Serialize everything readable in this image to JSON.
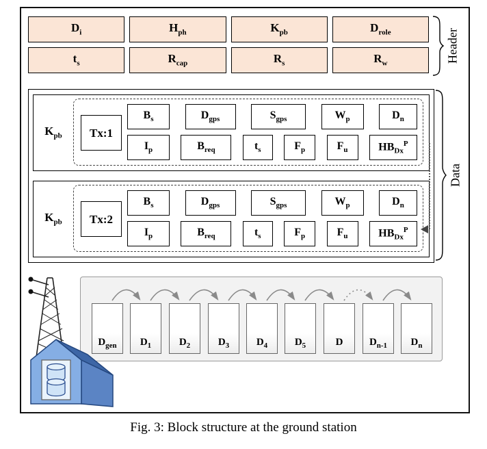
{
  "caption": "Fig. 3: Block structure at the ground station",
  "colors": {
    "header_fill": "#fbe5d6",
    "chain_bg": "#f2f2f2",
    "arrow": "#8a8a8a",
    "house_blue": "#85aee4"
  },
  "header": {
    "label": "Header",
    "row1": [
      {
        "base": "D",
        "sub": "i"
      },
      {
        "base": "H",
        "sub": "ph"
      },
      {
        "base": "K",
        "sub": "pb"
      },
      {
        "base": "D",
        "sub": "role"
      }
    ],
    "row2": [
      {
        "base": "t",
        "sub": "s"
      },
      {
        "base": "R",
        "sub": "cap"
      },
      {
        "base": "R",
        "sub": "s"
      },
      {
        "base": "R",
        "sub": "w"
      }
    ]
  },
  "data_section": {
    "label": "Data",
    "blocks": [
      {
        "key": {
          "base": "K",
          "sub": "pb"
        },
        "tx_label": "Tx:1",
        "row1": [
          {
            "base": "B",
            "sub": "s"
          },
          {
            "base": "D",
            "sub": "gps"
          },
          {
            "base": "S",
            "sub": "gps"
          },
          {
            "base": "W",
            "sub": "p"
          },
          {
            "base": "D",
            "sub": "n"
          }
        ],
        "row2": [
          {
            "base": "I",
            "sub": "p"
          },
          {
            "base": "B",
            "sub": "req"
          },
          {
            "base": "t",
            "sub": "s"
          },
          {
            "base": "F",
            "sub": "p"
          },
          {
            "base": "F",
            "sub": "u"
          },
          {
            "base": "HB",
            "sub": "Dx",
            "sup": "P"
          }
        ]
      },
      {
        "key": {
          "base": "K",
          "sub": "pb"
        },
        "tx_label": "Tx:2",
        "row1": [
          {
            "base": "B",
            "sub": "s"
          },
          {
            "base": "D",
            "sub": "gps"
          },
          {
            "base": "S",
            "sub": "gps"
          },
          {
            "base": "W",
            "sub": "p"
          },
          {
            "base": "D",
            "sub": "n"
          }
        ],
        "row2": [
          {
            "base": "I",
            "sub": "p"
          },
          {
            "base": "B",
            "sub": "req"
          },
          {
            "base": "t",
            "sub": "s"
          },
          {
            "base": "F",
            "sub": "p"
          },
          {
            "base": "F",
            "sub": "u"
          },
          {
            "base": "HB",
            "sub": "Dx",
            "sup": "P"
          }
        ]
      }
    ]
  },
  "chain": {
    "items": [
      {
        "base": "D",
        "sub": "gen"
      },
      {
        "base": "D",
        "sub": "1"
      },
      {
        "base": "D",
        "sub": "2"
      },
      {
        "base": "D",
        "sub": "3"
      },
      {
        "base": "D",
        "sub": "4"
      },
      {
        "base": "D",
        "sub": "5"
      },
      {
        "base": "D",
        "sub": ""
      },
      {
        "base": "D",
        "sub": "n-1"
      },
      {
        "base": "D",
        "sub": "n"
      }
    ]
  }
}
